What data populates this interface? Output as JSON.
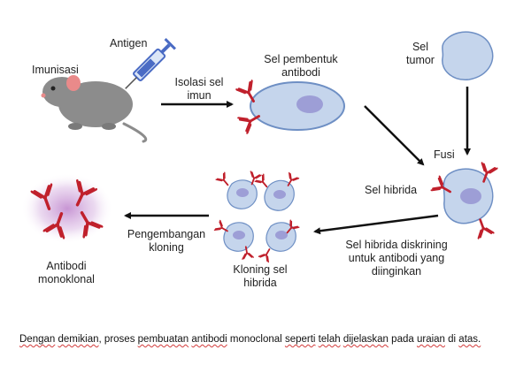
{
  "diagram": {
    "labels": {
      "antigen": "Antigen",
      "imunisasi": "Imunisasi",
      "isolasi_line1": "Isolasi sel",
      "isolasi_line2": "imun",
      "sel_pembentuk_line1": "Sel pembentuk",
      "sel_pembentuk_line2": "antibodi",
      "sel_tumor_line1": "Sel",
      "sel_tumor_line2": "tumor",
      "fusi": "Fusi",
      "sel_hibrida": "Sel hibrida",
      "diskrining_line1": "Sel hibrida diskrining",
      "diskrining_line2": "untuk antibodi yang",
      "diskrining_line3": "diinginkan",
      "kloning_sel_line1": "Kloning sel",
      "kloning_sel_line2": "hibrida",
      "pengembangan_line1": "Pengembangan",
      "pengembangan_line2": "kloning",
      "antibodi_line1": "Antibodi",
      "antibodi_line2": "monoklonal"
    },
    "colors": {
      "antibody": "#c0202c",
      "cell_fill": "#c5d5ec",
      "nucleus": "#9d9ed6",
      "mouse": "#8c8c8c",
      "mouse_ear": "#e98a8a",
      "syringe": "#4a6bc4",
      "glow": "#9a3fb0"
    }
  },
  "caption": {
    "w1": "Dengan",
    "w2": "demikian",
    "w3": ", proses",
    "w4": "pembuatan",
    "w5": "antibodi",
    "w6": "monoclonal",
    "w7": "seperti",
    "w8": "telah",
    "w9": "dijelaskan",
    "w10": "pada",
    "w11": "uraian",
    "w12": "di",
    "w13": "atas."
  }
}
